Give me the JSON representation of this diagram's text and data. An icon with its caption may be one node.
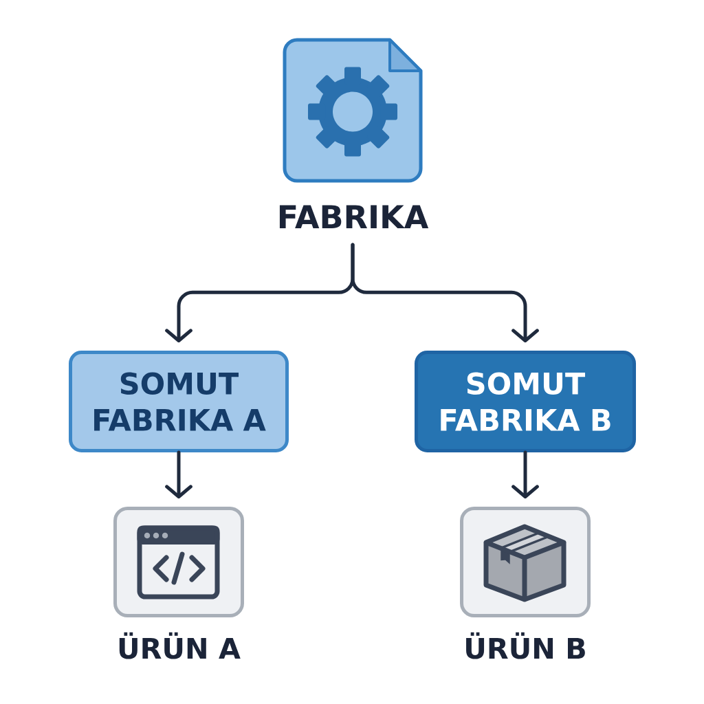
{
  "diagram": {
    "nodes": [
      {
        "text": [
          "FABRIKA"
        ]
      },
      {
        "text": [
          "SOMUT FABRIKA A"
        ]
      },
      {
        "text": [
          "SOMUT FABRIKA B"
        ]
      },
      {
        "text": [
          "ÜRÜN A"
        ]
      },
      {
        "text": [
          "ÜRÜN B"
        ]
      }
    ],
    "edges": [
      {
        "from": 0,
        "to": 1,
        "arrow": "to"
      },
      {
        "from": 0,
        "to": 2,
        "arrow": "to"
      },
      {
        "from": 1,
        "to": 3,
        "arrow": "to"
      },
      {
        "from": 2,
        "to": 4,
        "arrow": "to"
      }
    ]
  }
}
